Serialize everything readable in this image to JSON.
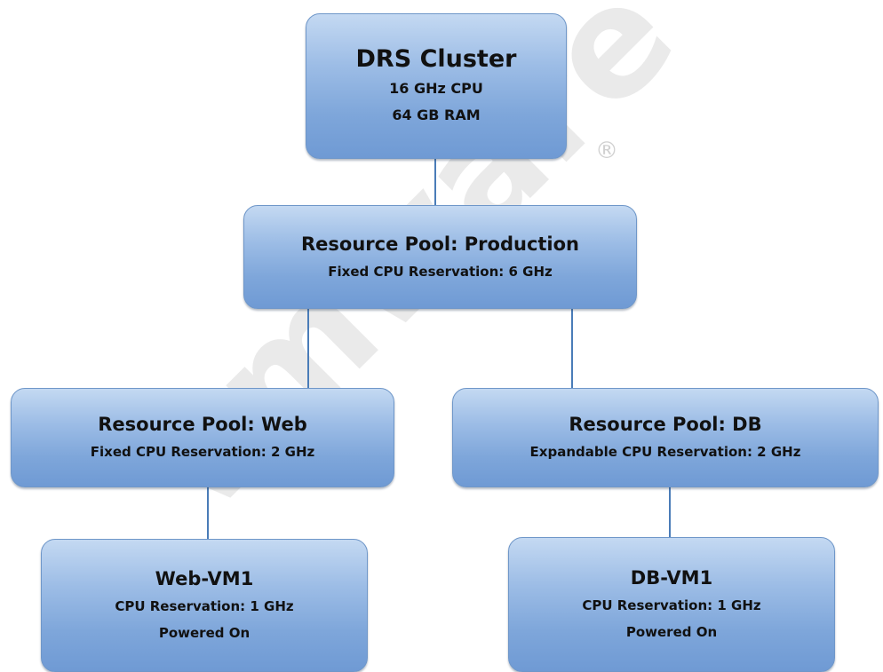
{
  "watermark": {
    "text": "vmware",
    "mark": "®"
  },
  "nodes": {
    "drs_cluster": {
      "title": "DRS Cluster",
      "cpu": "16 GHz CPU",
      "ram": "64 GB RAM"
    },
    "production_pool": {
      "title": "Resource Pool:  Production",
      "reservation": "Fixed CPU Reservation:  6 GHz"
    },
    "web_pool": {
      "title": "Resource Pool:  Web",
      "reservation": "Fixed CPU Reservation:  2 GHz"
    },
    "db_pool": {
      "title": "Resource Pool:  DB",
      "reservation": "Expandable CPU Reservation:  2 GHz"
    },
    "web_vm1": {
      "title": "Web-VM1",
      "reservation": "CPU Reservation:  1 GHz",
      "state": "Powered On"
    },
    "db_vm1": {
      "title": "DB-VM1",
      "reservation": "CPU Reservation:  1 GHz",
      "state": "Powered On"
    }
  },
  "edges": [
    {
      "from": "drs_cluster",
      "to": "production_pool"
    },
    {
      "from": "production_pool",
      "to": "web_pool"
    },
    {
      "from": "production_pool",
      "to": "db_pool"
    },
    {
      "from": "web_pool",
      "to": "web_vm1"
    },
    {
      "from": "db_pool",
      "to": "db_vm1"
    }
  ],
  "colors": {
    "box_top": "#c4d9f2",
    "box_bottom": "#6f9ad4",
    "connector": "#4a7cb8",
    "text": "#111111"
  }
}
